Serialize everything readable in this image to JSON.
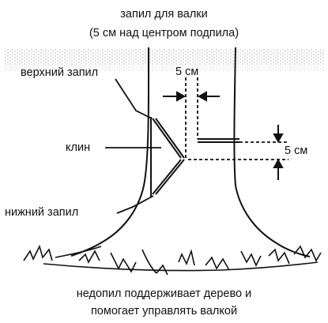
{
  "title": {
    "line1": "запил для валки",
    "line2": "(5 см над центром подпила)"
  },
  "labels": {
    "top_cut": "верхний запил",
    "wedge": "клин",
    "bottom_cut": "нижний запил",
    "gap_width": "5 см",
    "gap_height": "5 см"
  },
  "caption": {
    "line1": "недопил поддерживает дерево и",
    "line2": "помогает управлять  валкой"
  }
}
